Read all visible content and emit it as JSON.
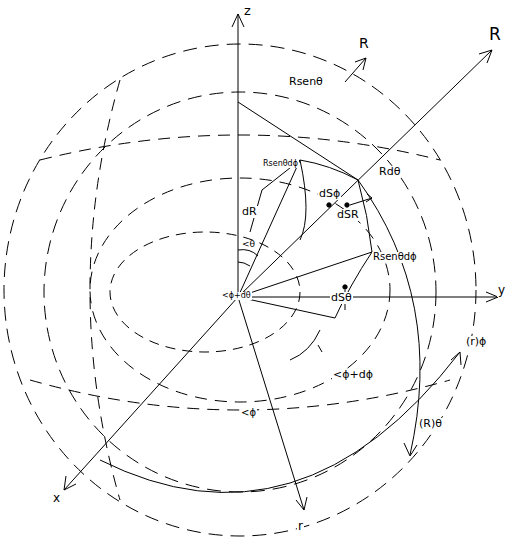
{
  "diagram": {
    "labels": [
      "z",
      "R",
      "R",
      "Rsenθ",
      "Rsenθdϕ",
      "Rdθ",
      "dR",
      "<θ",
      "dSϕ",
      "dSR",
      "Rsenθdϕ",
      "dSθ",
      "<ϕ+dθ",
      "y",
      "(r)ϕ",
      "<ϕ+dϕ",
      "<ϕ",
      "(R)θ",
      "x",
      "r"
    ]
  }
}
